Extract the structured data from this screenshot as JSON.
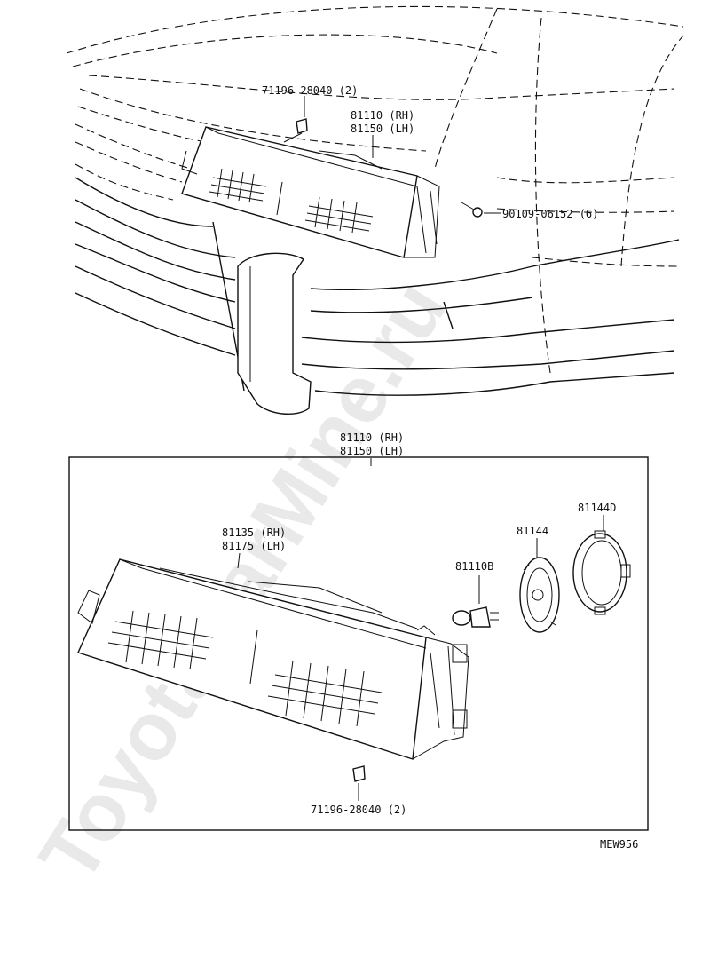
{
  "watermark": "ToyotaCarMine.ru",
  "top_view": {
    "clip_label": "71196-28040 (2)",
    "assembly_label_rh": "81110 (RH)",
    "assembly_label_lh": "81150 (LH)",
    "screw_label": "90109-06152 (6)"
  },
  "detail_view": {
    "assembly_label_rh": "81110 (RH)",
    "assembly_label_lh": "81150 (LH)",
    "lens_label_rh": "81135 (RH)",
    "lens_label_lh": "81175 (LH)",
    "bulb_label": "81110B",
    "socket_label": "81144",
    "cover_label": "81144D",
    "clip_label": "71196-28040 (2)"
  },
  "diagram_code": "MEW956"
}
